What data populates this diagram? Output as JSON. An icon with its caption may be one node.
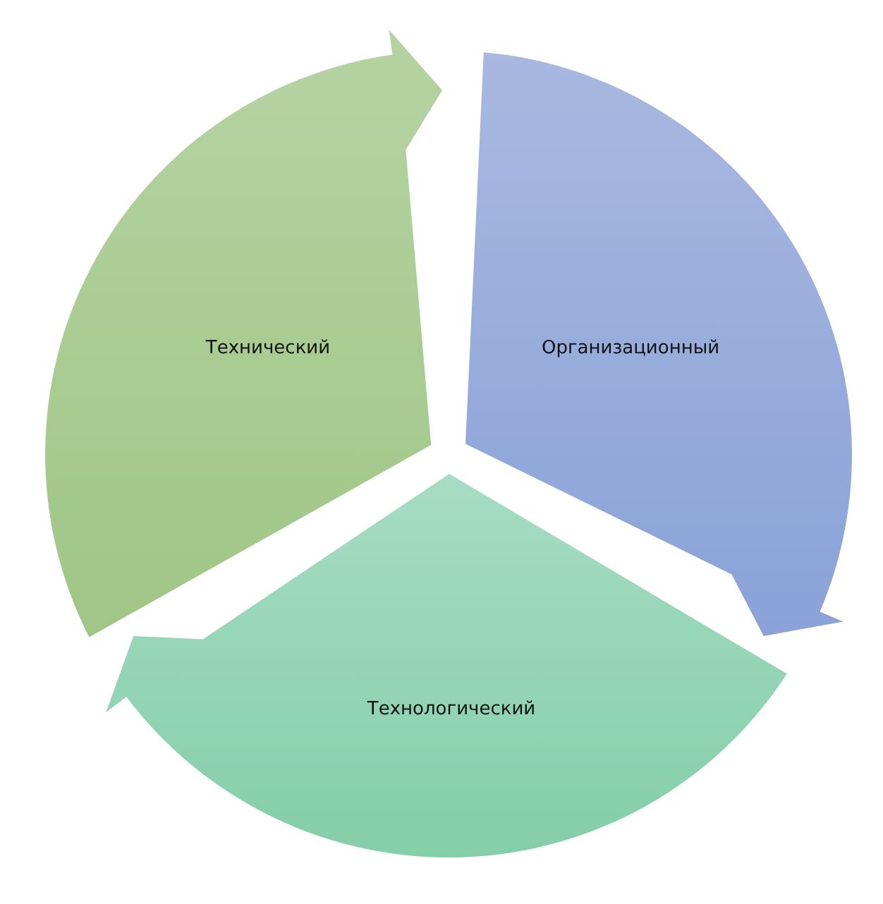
{
  "diagram": {
    "nodes": [
      {
        "text": [
          "Технический"
        ]
      },
      {
        "text": [
          "Организационный"
        ]
      },
      {
        "text": [
          "Технологический"
        ]
      }
    ]
  }
}
